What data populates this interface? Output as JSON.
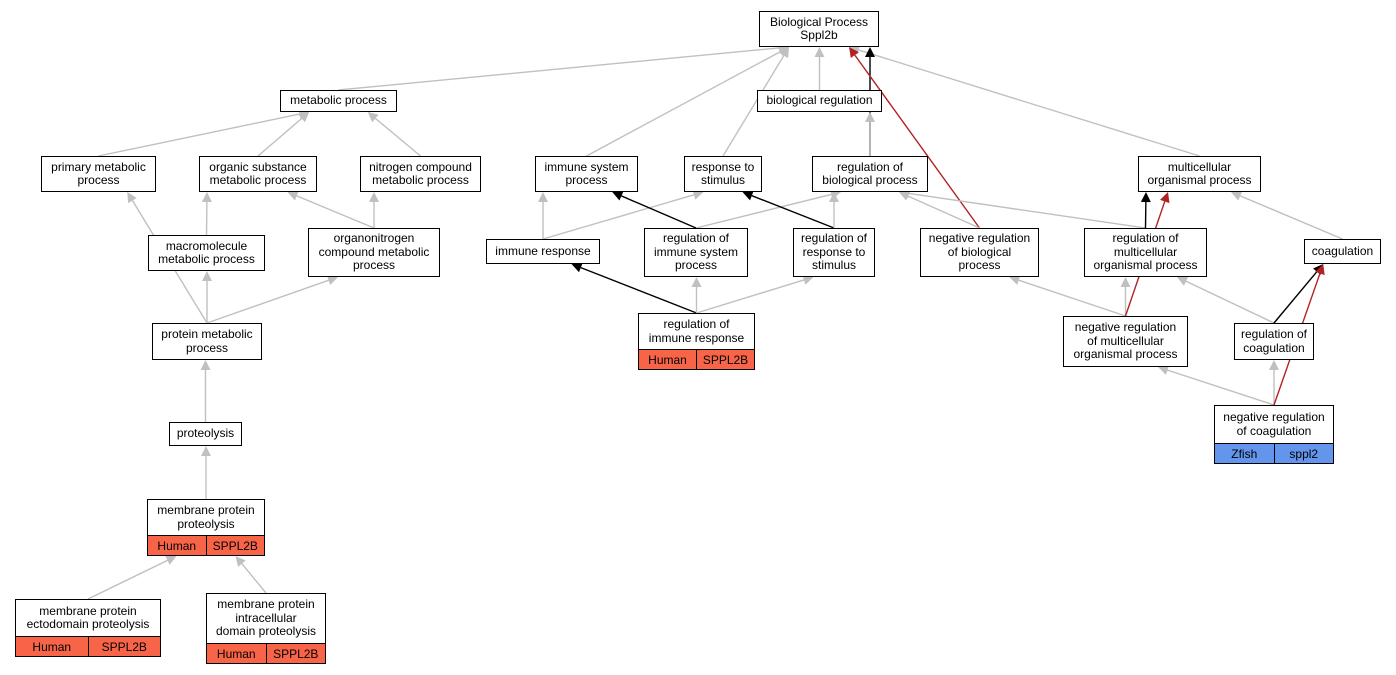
{
  "nodes": {
    "root": {
      "text": "Biological Process\nSppl2b"
    },
    "metabolic_process": {
      "text": "metabolic process"
    },
    "biological_regulation": {
      "text": "biological regulation"
    },
    "primary_metabolic_process": {
      "text": "primary metabolic\nprocess"
    },
    "organic_substance_metabolic_process": {
      "text": "organic substance\nmetabolic process"
    },
    "nitrogen_compound_metabolic_process": {
      "text": "nitrogen compound\nmetabolic process"
    },
    "immune_system_process": {
      "text": "immune system\nprocess"
    },
    "response_to_stimulus": {
      "text": "response to\nstimulus"
    },
    "regulation_of_biological_process": {
      "text": "regulation of\nbiological process"
    },
    "multicellular_organismal_process": {
      "text": "multicellular\norganismal process"
    },
    "macromolecule_metabolic_process": {
      "text": "macromolecule\nmetabolic process"
    },
    "organonitrogen_compound_metabolic_process": {
      "text": "organonitrogen\ncompound metabolic\nprocess"
    },
    "immune_response": {
      "text": "immune response"
    },
    "regulation_of_immune_system_process": {
      "text": "regulation of\nimmune system\nprocess"
    },
    "regulation_of_response_to_stimulus": {
      "text": "regulation of\nresponse to\nstimulus"
    },
    "negative_regulation_of_biological_process": {
      "text": "negative regulation\nof biological\nprocess"
    },
    "regulation_of_multicellular_organismal_process": {
      "text": "regulation of\nmulticellular\norganismal process"
    },
    "coagulation": {
      "text": "coagulation"
    },
    "protein_metabolic_process": {
      "text": "protein metabolic\nprocess"
    },
    "regulation_of_immune_response": {
      "text": "regulation of\nimmune response",
      "species": "Human",
      "gene": "SPPL2B"
    },
    "negative_regulation_of_multicellular_organismal_process": {
      "text": "negative regulation\nof multicellular\norganismal process"
    },
    "regulation_of_coagulation": {
      "text": "regulation of\ncoagulation"
    },
    "proteolysis": {
      "text": "proteolysis"
    },
    "negative_regulation_of_coagulation": {
      "text": "negative regulation\nof coagulation",
      "species": "Zfish",
      "gene": "sppl2"
    },
    "membrane_protein_proteolysis": {
      "text": "membrane protein\nproteolysis",
      "species": "Human",
      "gene": "SPPL2B"
    },
    "membrane_protein_ectodomain_proteolysis": {
      "text": "membrane protein\nectodomain proteolysis",
      "species": "Human",
      "gene": "SPPL2B"
    },
    "membrane_protein_intracellular_domain_proteolysis": {
      "text": "membrane protein\nintracellular\ndomain proteolysis",
      "species": "Human",
      "gene": "SPPL2B"
    }
  },
  "edge_colors": {
    "gray": "#c0c0c0",
    "black": "#000000",
    "red": "#b22222"
  },
  "annotation_colors": {
    "Human": "#f76448",
    "Zfish": "#6495ed"
  },
  "edges": [
    {
      "from": "metabolic_process",
      "to": "root",
      "color": "gray"
    },
    {
      "from": "biological_regulation",
      "to": "root",
      "color": "gray"
    },
    {
      "from": "immune_system_process",
      "to": "root",
      "color": "gray"
    },
    {
      "from": "response_to_stimulus",
      "to": "root",
      "color": "gray"
    },
    {
      "from": "multicellular_organismal_process",
      "to": "root",
      "color": "gray"
    },
    {
      "from": "regulation_of_biological_process",
      "to": "root",
      "color": "black"
    },
    {
      "from": "negative_regulation_of_biological_process",
      "to": "root",
      "color": "red"
    },
    {
      "from": "primary_metabolic_process",
      "to": "metabolic_process",
      "color": "gray"
    },
    {
      "from": "organic_substance_metabolic_process",
      "to": "metabolic_process",
      "color": "gray"
    },
    {
      "from": "nitrogen_compound_metabolic_process",
      "to": "metabolic_process",
      "color": "gray"
    },
    {
      "from": "regulation_of_biological_process",
      "to": "biological_regulation",
      "color": "gray"
    },
    {
      "from": "macromolecule_metabolic_process",
      "to": "organic_substance_metabolic_process",
      "color": "gray"
    },
    {
      "from": "organonitrogen_compound_metabolic_process",
      "to": "organic_substance_metabolic_process",
      "color": "gray"
    },
    {
      "from": "organonitrogen_compound_metabolic_process",
      "to": "nitrogen_compound_metabolic_process",
      "color": "gray"
    },
    {
      "from": "protein_metabolic_process",
      "to": "primary_metabolic_process",
      "color": "gray"
    },
    {
      "from": "protein_metabolic_process",
      "to": "macromolecule_metabolic_process",
      "color": "gray"
    },
    {
      "from": "protein_metabolic_process",
      "to": "organonitrogen_compound_metabolic_process",
      "color": "gray"
    },
    {
      "from": "proteolysis",
      "to": "protein_metabolic_process",
      "color": "gray"
    },
    {
      "from": "membrane_protein_proteolysis",
      "to": "proteolysis",
      "color": "gray"
    },
    {
      "from": "membrane_protein_ectodomain_proteolysis",
      "to": "membrane_protein_proteolysis",
      "color": "gray"
    },
    {
      "from": "membrane_protein_intracellular_domain_proteolysis",
      "to": "membrane_protein_proteolysis",
      "color": "gray"
    },
    {
      "from": "immune_response",
      "to": "immune_system_process",
      "color": "gray"
    },
    {
      "from": "immune_response",
      "to": "response_to_stimulus",
      "color": "gray"
    },
    {
      "from": "regulation_of_immune_system_process",
      "to": "immune_system_process",
      "color": "black"
    },
    {
      "from": "regulation_of_immune_system_process",
      "to": "regulation_of_biological_process",
      "color": "gray"
    },
    {
      "from": "regulation_of_response_to_stimulus",
      "to": "response_to_stimulus",
      "color": "black"
    },
    {
      "from": "regulation_of_response_to_stimulus",
      "to": "regulation_of_biological_process",
      "color": "gray"
    },
    {
      "from": "negative_regulation_of_biological_process",
      "to": "regulation_of_biological_process",
      "color": "gray"
    },
    {
      "from": "regulation_of_multicellular_organismal_process",
      "to": "regulation_of_biological_process",
      "color": "gray"
    },
    {
      "from": "regulation_of_multicellular_organismal_process",
      "to": "multicellular_organismal_process",
      "color": "black"
    },
    {
      "from": "coagulation",
      "to": "multicellular_organismal_process",
      "color": "gray"
    },
    {
      "from": "regulation_of_immune_response",
      "to": "immune_response",
      "color": "black"
    },
    {
      "from": "regulation_of_immune_response",
      "to": "regulation_of_immune_system_process",
      "color": "gray"
    },
    {
      "from": "regulation_of_immune_response",
      "to": "regulation_of_response_to_stimulus",
      "color": "gray"
    },
    {
      "from": "negative_regulation_of_multicellular_organismal_process",
      "to": "negative_regulation_of_biological_process",
      "color": "gray"
    },
    {
      "from": "negative_regulation_of_multicellular_organismal_process",
      "to": "regulation_of_multicellular_organismal_process",
      "color": "gray"
    },
    {
      "from": "negative_regulation_of_multicellular_organismal_process",
      "to": "multicellular_organismal_process",
      "color": "red"
    },
    {
      "from": "regulation_of_coagulation",
      "to": "regulation_of_multicellular_organismal_process",
      "color": "gray"
    },
    {
      "from": "regulation_of_coagulation",
      "to": "coagulation",
      "color": "black"
    },
    {
      "from": "negative_regulation_of_coagulation",
      "to": "negative_regulation_of_multicellular_organismal_process",
      "color": "gray"
    },
    {
      "from": "negative_regulation_of_coagulation",
      "to": "regulation_of_coagulation",
      "color": "gray"
    },
    {
      "from": "negative_regulation_of_coagulation",
      "to": "coagulation",
      "color": "red"
    }
  ]
}
